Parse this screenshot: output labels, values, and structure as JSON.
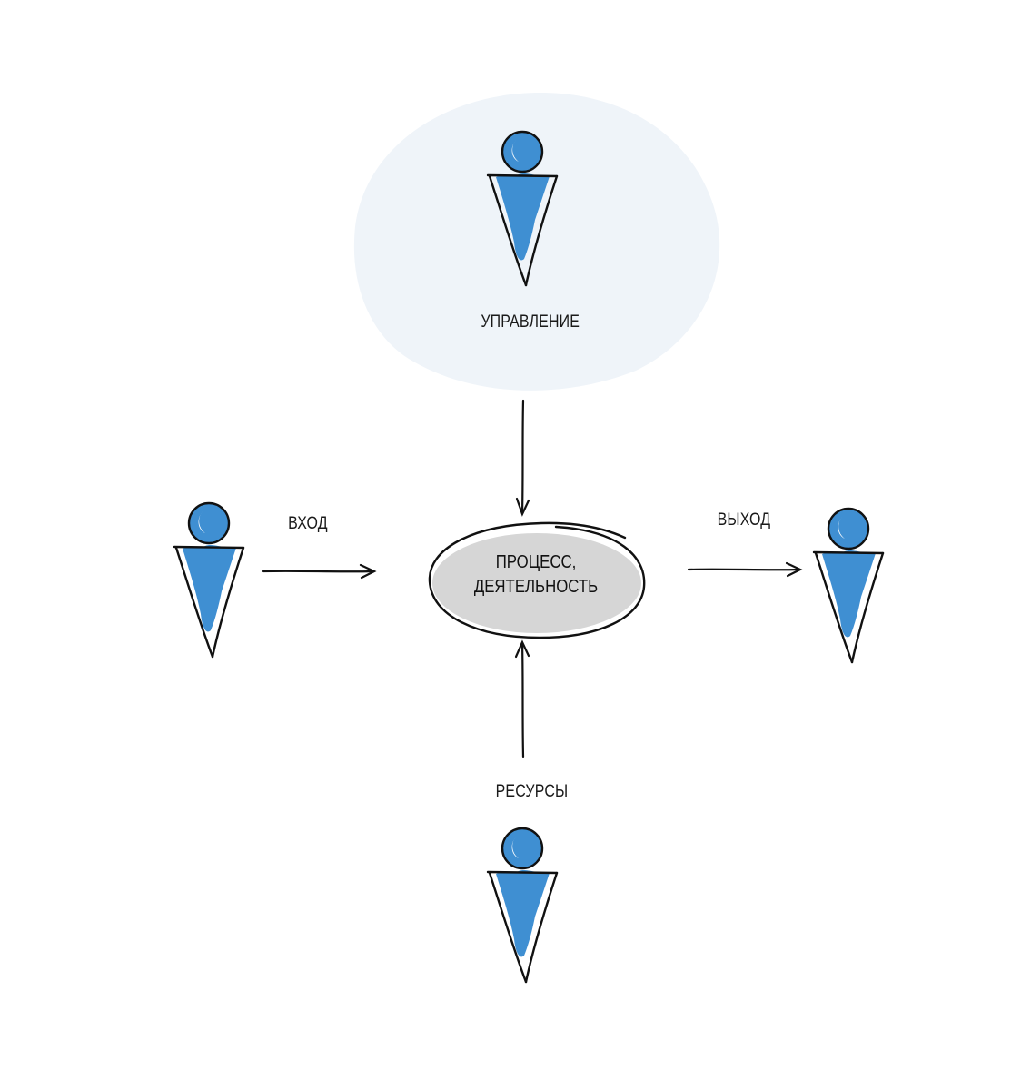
{
  "nodes": {
    "control": {
      "label": "УПРАВЛЕНИЕ",
      "icon": "person-icon"
    },
    "input": {
      "label": "ВХОД",
      "icon": "person-icon"
    },
    "output": {
      "label": "ВЫХОД",
      "icon": "person-icon"
    },
    "resources": {
      "label": "РЕСУРСЫ",
      "icon": "person-icon"
    },
    "process": {
      "line1": "ПРОЦЕСС,",
      "line2": "ДЕЯТЕЛЬНОСТЬ"
    }
  },
  "colors": {
    "figure_fill": "#3f8fd2",
    "cloud_fill": "#eff4f9",
    "process_fill": "#d9d9d9",
    "stroke": "#111111"
  }
}
